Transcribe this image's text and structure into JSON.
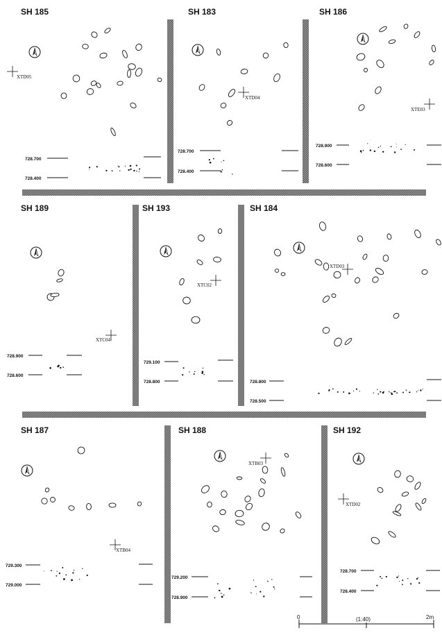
{
  "figure": {
    "scale": {
      "start": "0",
      "end": "2m",
      "ratio": "(1:40)"
    }
  },
  "panels": [
    {
      "id": "sh185",
      "title": "SH 185",
      "datum": "XTD05",
      "elev_upper": "728.700",
      "elev_lower": "728.400"
    },
    {
      "id": "sh183",
      "title": "SH 183",
      "datum": "XTD04",
      "elev_upper": "728.700",
      "elev_lower": "728.400"
    },
    {
      "id": "sh186",
      "title": "SH 186",
      "datum": "XTE03",
      "elev_upper": "728.900",
      "elev_lower": "728.600"
    },
    {
      "id": "sh189",
      "title": "SH 189",
      "datum": "XTC04",
      "elev_upper": "728.900",
      "elev_lower": "728.600"
    },
    {
      "id": "sh193",
      "title": "SH 193",
      "datum": "XTC02",
      "elev_upper": "729.100",
      "elev_lower": "728.800"
    },
    {
      "id": "sh184",
      "title": "SH 184",
      "datum": "XTD03",
      "elev_upper": "728.800",
      "elev_lower": "728.500"
    },
    {
      "id": "sh187",
      "title": "SH 187",
      "datum": "XTB04",
      "elev_upper": "729.300",
      "elev_lower": "729.000"
    },
    {
      "id": "sh188",
      "title": "SH 188",
      "datum": "XTB03",
      "elev_upper": "729.200",
      "elev_lower": "728.900"
    },
    {
      "id": "sh192",
      "title": "SH 192",
      "datum": "XTD02",
      "elev_upper": "728.700",
      "elev_lower": "728.400"
    }
  ]
}
